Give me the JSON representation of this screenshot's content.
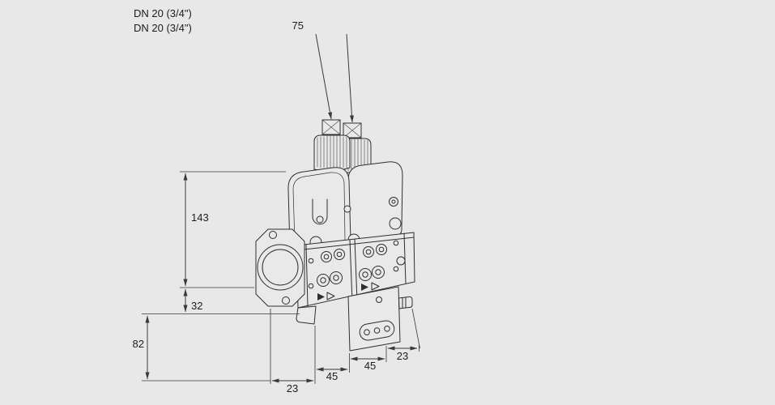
{
  "page": {
    "background": "#e8e8e8",
    "line_color": "#2e2e2e",
    "text_color": "#1c1c1c"
  },
  "labels": {
    "dn_line1": "DN 20 (3/4\")",
    "dn_line2": "DN 20 (3/4\")"
  },
  "dims": {
    "d75": "75",
    "d143": "143",
    "d32": "32",
    "d82": "82",
    "d23_left": "23",
    "d45_left": "45",
    "d45_right": "45",
    "d23_right": "23"
  }
}
